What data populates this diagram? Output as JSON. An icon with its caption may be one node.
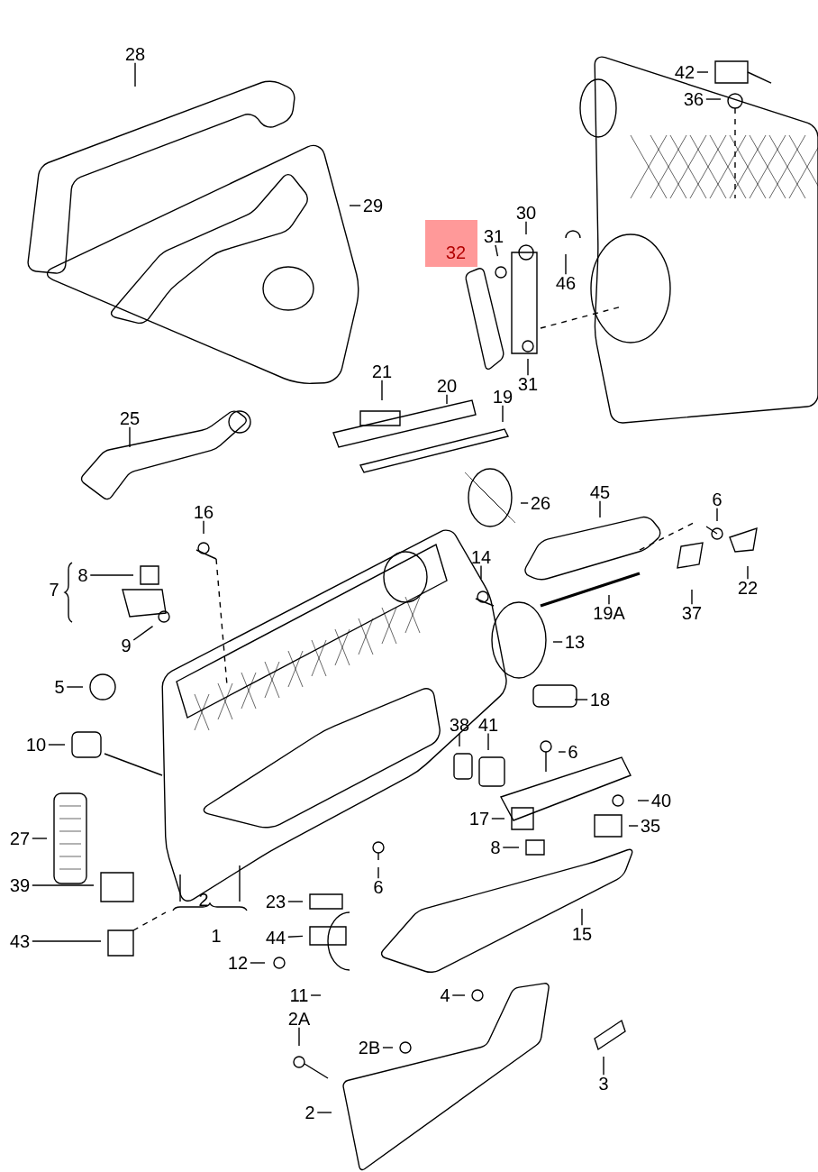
{
  "diagram": {
    "nodes": [
      {
        "text": [
          "28"
        ]
      },
      {
        "text": [
          "42"
        ]
      },
      {
        "text": [
          "36"
        ]
      },
      {
        "text": [
          "29"
        ]
      },
      {
        "text": [
          "30"
        ]
      },
      {
        "text": [
          "31"
        ]
      },
      {
        "text": [
          "46"
        ]
      },
      {
        "text": [
          "21"
        ]
      },
      {
        "text": [
          "31"
        ]
      },
      {
        "text": [
          "20"
        ]
      },
      {
        "text": [
          "19"
        ]
      },
      {
        "text": [
          "25"
        ]
      },
      {
        "text": [
          "45"
        ]
      },
      {
        "text": [
          "6"
        ]
      },
      {
        "text": [
          "26"
        ]
      },
      {
        "text": [
          "16"
        ]
      },
      {
        "text": [
          "14"
        ]
      },
      {
        "text": [
          "8"
        ]
      },
      {
        "text": [
          "22"
        ]
      },
      {
        "text": [
          "19A"
        ]
      },
      {
        "text": [
          "37"
        ]
      },
      {
        "text": [
          "13"
        ]
      },
      {
        "text": [
          "9"
        ]
      },
      {
        "text": [
          "5"
        ]
      },
      {
        "text": [
          "18"
        ]
      },
      {
        "text": [
          "38"
        ]
      },
      {
        "text": [
          "41"
        ]
      },
      {
        "text": [
          "10"
        ]
      },
      {
        "text": [
          "6"
        ]
      },
      {
        "text": [
          "40"
        ]
      },
      {
        "text": [
          "17"
        ]
      },
      {
        "text": [
          "35"
        ]
      },
      {
        "text": [
          "27"
        ]
      },
      {
        "text": [
          "8"
        ]
      },
      {
        "text": [
          "39"
        ]
      },
      {
        "text": [
          "6"
        ]
      },
      {
        "text": [
          "23"
        ]
      },
      {
        "text": [
          "15"
        ]
      },
      {
        "text": [
          "44"
        ]
      },
      {
        "text": [
          "43"
        ]
      },
      {
        "text": [
          "12"
        ]
      },
      {
        "text": [
          "11"
        ]
      },
      {
        "text": [
          "4"
        ]
      },
      {
        "text": [
          "2A"
        ]
      },
      {
        "text": [
          "2B"
        ]
      },
      {
        "text": [
          "3"
        ]
      },
      {
        "text": [
          "2"
        ]
      }
    ],
    "edges": [
      {
        "from": 0,
        "to": null,
        "arrow": "none"
      },
      {
        "from": 1,
        "to": null,
        "arrow": "none"
      },
      {
        "from": 2,
        "to": null,
        "arrow": "none"
      },
      {
        "from": 3,
        "to": null,
        "arrow": "none"
      },
      {
        "from": 4,
        "to": null,
        "arrow": "none"
      },
      {
        "from": 5,
        "to": null,
        "arrow": "none"
      },
      {
        "from": 6,
        "to": null,
        "arrow": "none"
      },
      {
        "from": 7,
        "to": null,
        "arrow": "none"
      },
      {
        "from": 8,
        "to": null,
        "arrow": "none"
      },
      {
        "from": 9,
        "to": null,
        "arrow": "none"
      },
      {
        "from": 10,
        "to": null,
        "arrow": "none"
      },
      {
        "from": 11,
        "to": null,
        "arrow": "none"
      },
      {
        "from": 12,
        "to": null,
        "arrow": "none"
      },
      {
        "from": 13,
        "to": null,
        "arrow": "none"
      },
      {
        "from": 14,
        "to": null,
        "arrow": "none"
      },
      {
        "from": 15,
        "to": null,
        "arrow": "none"
      },
      {
        "from": 16,
        "to": null,
        "arrow": "none"
      },
      {
        "from": 17,
        "to": null,
        "arrow": "none"
      },
      {
        "from": 18,
        "to": null,
        "arrow": "none"
      },
      {
        "from": 19,
        "to": null,
        "arrow": "none"
      },
      {
        "from": 20,
        "to": null,
        "arrow": "none"
      },
      {
        "from": 21,
        "to": null,
        "arrow": "none"
      },
      {
        "from": 22,
        "to": null,
        "arrow": "none"
      },
      {
        "from": 23,
        "to": null,
        "arrow": "none"
      },
      {
        "from": 24,
        "to": null,
        "arrow": "none"
      },
      {
        "from": 25,
        "to": null,
        "arrow": "none"
      },
      {
        "from": 26,
        "to": null,
        "arrow": "none"
      },
      {
        "from": 27,
        "to": null,
        "arrow": "none"
      },
      {
        "from": 28,
        "to": null,
        "arrow": "none"
      },
      {
        "from": 29,
        "to": null,
        "arrow": "none"
      },
      {
        "from": 30,
        "to": null,
        "arrow": "none"
      },
      {
        "from": 31,
        "to": null,
        "arrow": "none"
      },
      {
        "from": 32,
        "to": null,
        "arrow": "none"
      },
      {
        "from": 33,
        "to": null,
        "arrow": "none"
      },
      {
        "from": 34,
        "to": null,
        "arrow": "none"
      },
      {
        "from": 35,
        "to": null,
        "arrow": "none"
      },
      {
        "from": 36,
        "to": null,
        "arrow": "none"
      },
      {
        "from": 37,
        "to": null,
        "arrow": "none"
      },
      {
        "from": 38,
        "to": null,
        "arrow": "none"
      },
      {
        "from": 39,
        "to": null,
        "arrow": "none"
      },
      {
        "from": 40,
        "to": null,
        "arrow": "none"
      },
      {
        "from": 41,
        "to": null,
        "arrow": "none"
      },
      {
        "from": 42,
        "to": null,
        "arrow": "none"
      },
      {
        "from": 43,
        "to": null,
        "arrow": "none"
      },
      {
        "from": 44,
        "to": null,
        "arrow": "none"
      },
      {
        "from": 45,
        "to": null,
        "arrow": "none"
      },
      {
        "from": 46,
        "to": null,
        "arrow": "none"
      }
    ],
    "labels": [
      "32",
      "7",
      "2",
      "1"
    ]
  }
}
